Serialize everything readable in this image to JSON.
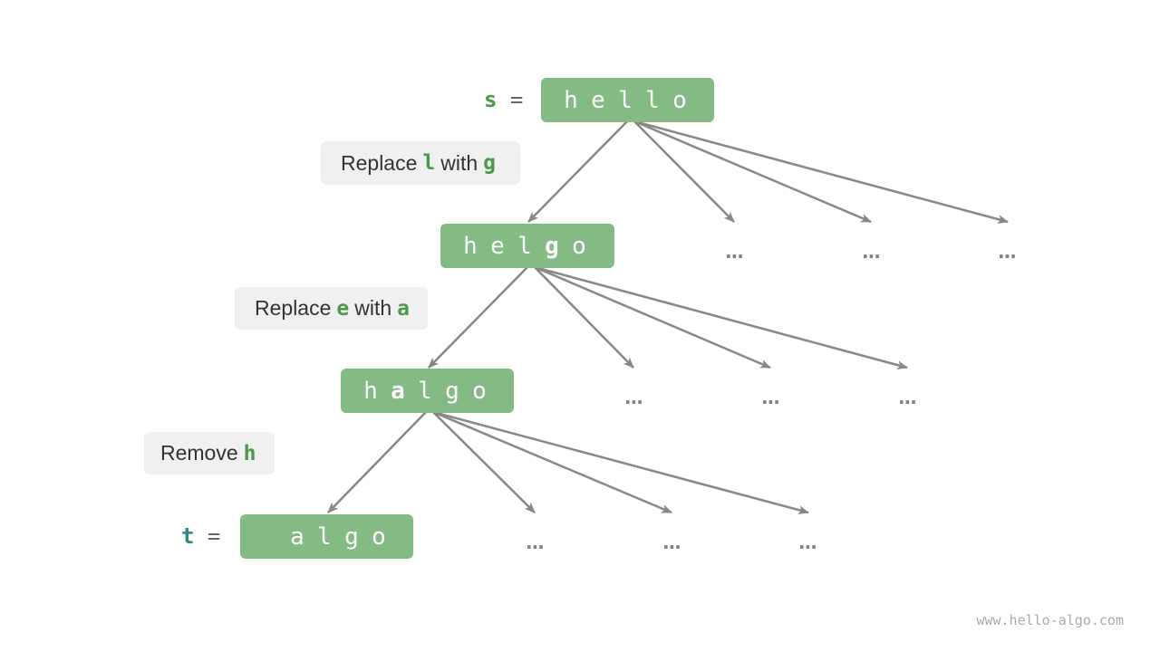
{
  "colors": {
    "node_bg": "#84ba84",
    "node_text": "#ffffff",
    "op_bg": "#f0f0f0",
    "op_text": "#333333",
    "highlight_green": "#4a9a4a",
    "t_color": "#2e8b82",
    "edge": "#888888"
  },
  "start": {
    "var": "s",
    "equals": "="
  },
  "target": {
    "var": "t",
    "equals": "="
  },
  "nodes": [
    {
      "chars": [
        "h",
        "e",
        "l",
        "l",
        "o"
      ],
      "bold": [
        false,
        false,
        false,
        false,
        false
      ]
    },
    {
      "chars": [
        "h",
        "e",
        "l",
        "g",
        "o"
      ],
      "bold": [
        false,
        false,
        false,
        true,
        false
      ]
    },
    {
      "chars": [
        "h",
        "a",
        "l",
        "g",
        "o"
      ],
      "bold": [
        false,
        true,
        false,
        false,
        false
      ]
    },
    {
      "chars": [
        "",
        "a",
        "l",
        "g",
        "o"
      ],
      "bold": [
        false,
        false,
        false,
        false,
        false
      ]
    }
  ],
  "operations": [
    {
      "prefix": "Replace",
      "from": "l",
      "middle": "with",
      "to": "g"
    },
    {
      "prefix": "Replace",
      "from": "e",
      "middle": "with",
      "to": "a"
    },
    {
      "prefix": "Remove",
      "from": "h"
    }
  ],
  "ellipsis": "...",
  "watermark": "www.hello-algo.com"
}
